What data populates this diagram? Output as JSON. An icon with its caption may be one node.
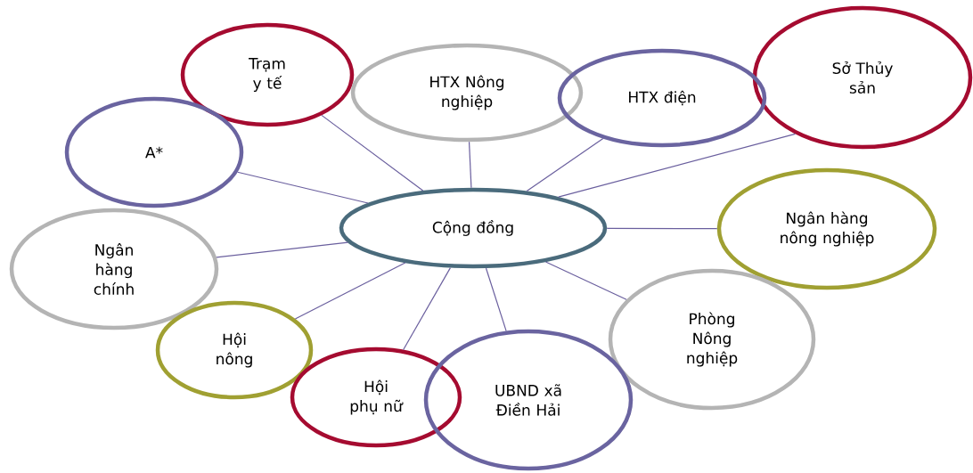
{
  "diagram": {
    "nodes": [
      {
        "text": [
          "Trạm y tế"
        ]
      },
      {
        "text": [
          "Sở Thủy sản"
        ]
      },
      {
        "text": [
          "HTX Nông nghiệp"
        ]
      },
      {
        "text": [
          "HTX điện"
        ]
      },
      {
        "text": [
          "A*"
        ]
      },
      {
        "text": [
          "Cộng đồng"
        ]
      },
      {
        "text": [
          "Ngân hàng nông nghiệp"
        ]
      },
      {
        "text": [
          "Ngân hàng chính"
        ]
      },
      {
        "text": [
          "Phòng Nông nghiệp"
        ]
      },
      {
        "text": [
          "Hội nông"
        ]
      },
      {
        "text": [
          "Hội phụ nữ"
        ]
      },
      {
        "text": [
          "UBND xã Điền Hải"
        ]
      }
    ],
    "edges": [
      {
        "from": 5,
        "to": 0,
        "arrow": "none"
      },
      {
        "from": 5,
        "to": 1,
        "arrow": "none"
      },
      {
        "from": 5,
        "to": 2,
        "arrow": "none"
      },
      {
        "from": 5,
        "to": 3,
        "arrow": "none"
      },
      {
        "from": 5,
        "to": 4,
        "arrow": "none"
      },
      {
        "from": 5,
        "to": 6,
        "arrow": "none"
      },
      {
        "from": 5,
        "to": 7,
        "arrow": "none"
      },
      {
        "from": 5,
        "to": 8,
        "arrow": "none"
      },
      {
        "from": 5,
        "to": 9,
        "arrow": "none"
      },
      {
        "from": 5,
        "to": 10,
        "arrow": "none"
      },
      {
        "from": 5,
        "to": 11,
        "arrow": "none"
      }
    ]
  }
}
